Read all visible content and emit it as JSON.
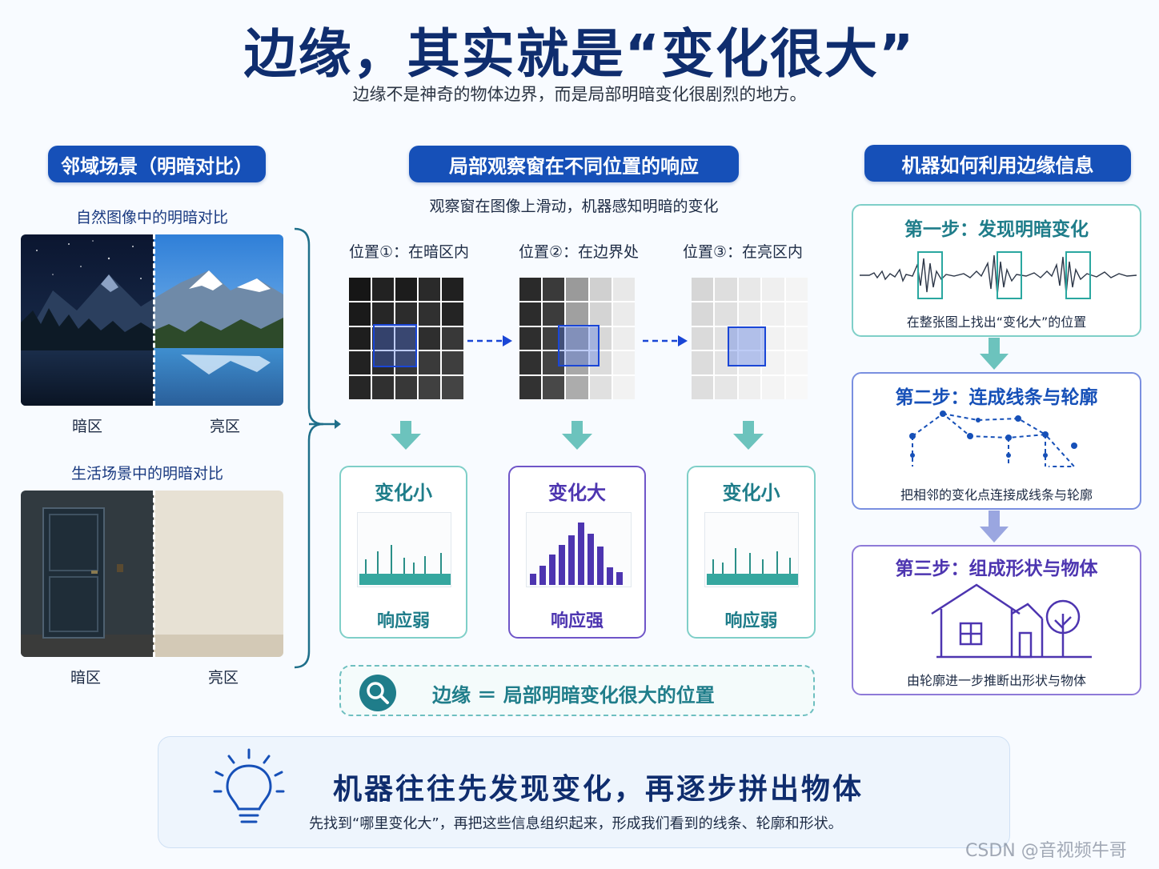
{
  "header": {
    "title": "边缘，其实就是“变化很大”",
    "subtitle": "边缘不是神奇的物体边界，而是局部明暗变化很剧烈的地方。"
  },
  "left": {
    "pill": "邻域场景（明暗对比）",
    "nature_caption": "自然图像中的明暗对比",
    "life_caption": "生活场景中的明暗对比",
    "dark_label": "暗区",
    "bright_label": "亮区"
  },
  "middle": {
    "pill": "局部观察窗在不同位置的响应",
    "subtitle": "观察窗在图像上滑动，机器感知明暗的变化",
    "positions": [
      {
        "label": "位置①：在暗区内",
        "response_title": "变化小",
        "response_foot": "响应弱",
        "strength": "weak"
      },
      {
        "label": "位置②：在边界处",
        "response_title": "变化大",
        "response_foot": "响应强",
        "strength": "strong"
      },
      {
        "label": "位置③：在亮区内",
        "response_title": "变化小",
        "response_foot": "响应弱",
        "strength": "weak"
      }
    ],
    "formula": "边缘 ＝ 局部明暗变化很大的位置"
  },
  "right": {
    "pill": "机器如何利用边缘信息",
    "steps": [
      {
        "title": "第一步：发现明暗变化",
        "caption": "在整张图上找出“变化大”的位置"
      },
      {
        "title": "第二步：连成线条与轮廓",
        "caption": "把相邻的变化点连接成线条与轮廓"
      },
      {
        "title": "第三步：组成形状与物体",
        "caption": "由轮廓进一步推断出形状与物体"
      }
    ]
  },
  "bottom": {
    "headline": "机器往往先发现变化，再逐步拼出物体",
    "text": "先找到“哪里变化大”，再把这些信息组织起来，形成我们看到的线条、轮廓和形状。"
  },
  "watermark": "CSDN @音视频牛哥",
  "colors": {
    "navy": "#0f2d6e",
    "pill_blue": "#1650b8",
    "teal": "#2a9d9a",
    "purple": "#5a3fc0",
    "arrow_teal": "#6cc3bd",
    "arrow_purple": "#9aa6e0"
  },
  "icons": [
    "search-icon",
    "lightbulb-icon",
    "house-icon",
    "tree-icon",
    "down-arrow-icon",
    "right-arrow-icon",
    "bracket-arrow-icon"
  ]
}
